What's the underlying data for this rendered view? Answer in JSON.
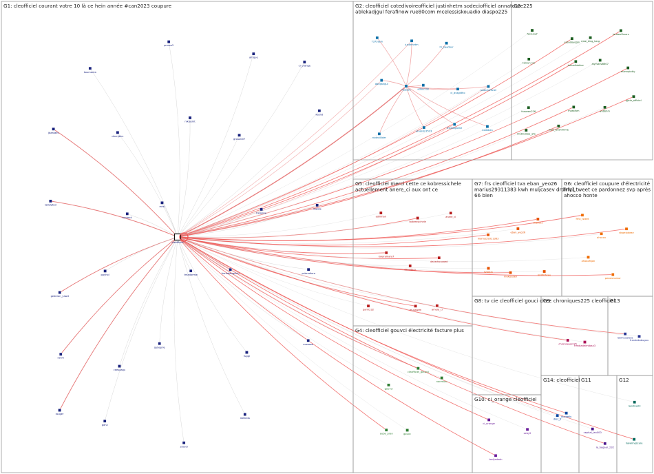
{
  "groups": [
    {
      "id": "G1",
      "title_lines": [
        "G1: cleofficiel courant votre 10 là ce hein année #can2023 coupure"
      ],
      "color": "#1a237e"
    },
    {
      "id": "G2",
      "title_lines": [
        "G2: cleofficiel cotedivoireofficiel justinhetm sodeciofficiel annatoure225",
        "ablekadjgul ferafinow rue80com mcelessiskouadio diaspo225"
      ],
      "color": "#0b6fa8"
    },
    {
      "id": "G3",
      "title_lines": [
        "G3"
      ],
      "color": "#1b5e20"
    },
    {
      "id": "G5",
      "title_lines": [
        "G5: cleofficiel merci cette ce kobressichele",
        "actuellement anere_ci aux ont ce"
      ],
      "color": "#b71c1c"
    },
    {
      "id": "G7",
      "title_lines": [
        "G7: frs cleofficiel tva eban_yeo26",
        "marius29311383 kwh muljcasev drdmy1",
        "66 bien"
      ],
      "color": "#e65100"
    },
    {
      "id": "G6",
      "title_lines": [
        "G6: cleofficiel coupure d'électricité",
        "frfci_tweet ce pardonnez svp après",
        "ahocco honte"
      ],
      "color": "#ef6c00"
    },
    {
      "id": "G4",
      "title_lines": [
        "G4: cleofficiel gouvci électricité facture plus"
      ],
      "color": "#2e7d32"
    },
    {
      "id": "G8",
      "title_lines": [
        "G8: tv cie cleofficiel gouci chez"
      ],
      "color": "#9e9d24"
    },
    {
      "id": "G9",
      "title_lines": [
        "G9: chroniques225 cleofficiel"
      ],
      "color": "#ad1457"
    },
    {
      "id": "G13",
      "title_lines": [
        "G13"
      ],
      "color": "#283593"
    },
    {
      "id": "G10",
      "title_lines": [
        "G10: ci_orange cleofficiel"
      ],
      "color": "#6a1b9a"
    },
    {
      "id": "G14",
      "title_lines": [
        "G14: cleofficiel"
      ],
      "color": "#0d47a1"
    },
    {
      "id": "G11",
      "title_lines": [
        "G11"
      ],
      "color": "#4a148c"
    },
    {
      "id": "G12",
      "title_lines": [
        "G12"
      ],
      "color": "#00695c"
    }
  ],
  "nodes": [
    {
      "label": "cleofficiel",
      "group": "G1"
    },
    {
      "label": "koumanta",
      "group": "G1"
    },
    {
      "label": "presse2",
      "group": "G1"
    },
    {
      "label": "afrique",
      "group": "G1"
    },
    {
      "label": "ci_orange",
      "group": "G1"
    },
    {
      "label": "jbaatalis",
      "group": "G1"
    },
    {
      "label": "dmmjbhn",
      "group": "G1"
    },
    {
      "label": "niklasmt",
      "group": "G1"
    },
    {
      "label": "grouo007",
      "group": "G1"
    },
    {
      "label": "kasnd",
      "group": "G1"
    },
    {
      "label": "ladelyted",
      "group": "G1"
    },
    {
      "label": "tonlaud",
      "group": "G1"
    },
    {
      "label": "mrsl",
      "group": "G1"
    },
    {
      "label": "heloisse",
      "group": "G1"
    },
    {
      "label": "maolie",
      "group": "G1"
    },
    {
      "label": "gederon_yawd",
      "group": "G1"
    },
    {
      "label": "ppyhol",
      "group": "G1"
    },
    {
      "label": "tmadarmw",
      "group": "G1"
    },
    {
      "label": "frontalangchin",
      "group": "G1"
    },
    {
      "label": "yokeudiora",
      "group": "G1"
    },
    {
      "label": "ranm",
      "group": "G1"
    },
    {
      "label": "ceesaaqu",
      "group": "G1"
    },
    {
      "label": "qubaprie",
      "group": "G1"
    },
    {
      "label": "fuggi",
      "group": "G1"
    },
    {
      "label": "mwasee",
      "group": "G1"
    },
    {
      "label": "rouger",
      "group": "G1"
    },
    {
      "label": "gdnz",
      "group": "G1"
    },
    {
      "label": "zroudi",
      "group": "G1"
    },
    {
      "label": "idelieda",
      "group": "G1"
    },
    {
      "label": "7373asm",
      "group": "G2"
    },
    {
      "label": "justinhetm",
      "group": "G2"
    },
    {
      "label": "hr_kaadour",
      "group": "G2"
    },
    {
      "label": "heasan",
      "group": "G2"
    },
    {
      "label": "abidjangul",
      "group": "G2"
    },
    {
      "label": "adiou232",
      "group": "G2"
    },
    {
      "label": "ci_ausgidho",
      "group": "G2"
    },
    {
      "label": "sodeciofficiel",
      "group": "G2"
    },
    {
      "label": "rodecillider",
      "group": "G2"
    },
    {
      "label": "aluosmi1533",
      "group": "G2"
    },
    {
      "label": "fnalnagiome",
      "group": "G2"
    },
    {
      "label": "nodidian",
      "group": "G2"
    },
    {
      "label": "farounaf",
      "group": "G3"
    },
    {
      "label": "essadoyggin",
      "group": "G3"
    },
    {
      "label": "mbe_king_karg",
      "group": "G3"
    },
    {
      "label": "laudeeflmars",
      "group": "G3"
    },
    {
      "label": "tonlun_lsc",
      "group": "G3"
    },
    {
      "label": "lamadlubiker",
      "group": "G3"
    },
    {
      "label": "alyrsdev8607",
      "group": "G3"
    },
    {
      "label": "mannpiatty",
      "group": "G3"
    },
    {
      "label": "traoeen226",
      "group": "G3"
    },
    {
      "label": "mossfam",
      "group": "G3"
    },
    {
      "label": "yubbhm",
      "group": "G3"
    },
    {
      "label": "gjeia_officiel",
      "group": "G3"
    },
    {
      "label": "mutinatioo_afa",
      "group": "G3"
    },
    {
      "label": "mbe_ibrahimme",
      "group": "G3"
    },
    {
      "label": "adiliman",
      "group": "G5"
    },
    {
      "label": "kobressichele",
      "group": "G5"
    },
    {
      "label": "anere_ci",
      "group": "G5"
    },
    {
      "label": "kwyramara7",
      "group": "G5"
    },
    {
      "label": "dsaudary",
      "group": "G5"
    },
    {
      "label": "daksrhoucaed",
      "group": "G5"
    },
    {
      "label": "parni232",
      "group": "G5"
    },
    {
      "label": "musaiwm",
      "group": "G5"
    },
    {
      "label": "ameie_cl",
      "group": "G5"
    },
    {
      "label": "marius29311383",
      "group": "G7"
    },
    {
      "label": "eban_yeo26",
      "group": "G7"
    },
    {
      "label": "drdmy1",
      "group": "G7"
    },
    {
      "label": "tvaqua",
      "group": "G7"
    },
    {
      "label": "mukjcesev",
      "group": "G7"
    },
    {
      "label": "mdrfohsau",
      "group": "G7"
    },
    {
      "label": "frfci_tweet",
      "group": "G6"
    },
    {
      "label": "ahocco",
      "group": "G6"
    },
    {
      "label": "sbweiodeae",
      "group": "G6"
    },
    {
      "label": "ahoaofsjan",
      "group": "G6"
    },
    {
      "label": "pesulonsmor",
      "group": "G6"
    },
    {
      "label": "gouvci",
      "group": "G4"
    },
    {
      "label": "cleofficiel_gouvci",
      "group": "G4"
    },
    {
      "label": "nanmiou",
      "group": "G4"
    },
    {
      "label": "auba_pran",
      "group": "G4"
    },
    {
      "label": "gouvc",
      "group": "G4"
    },
    {
      "label": "chroniques225",
      "group": "G9"
    },
    {
      "label": "frmdiadelmtbaa3",
      "group": "G9"
    },
    {
      "label": "lakmeuatara",
      "group": "G13"
    },
    {
      "label": "frandakobugou",
      "group": "G13"
    },
    {
      "label": "ci_orange",
      "group": "G10"
    },
    {
      "label": "seby2",
      "group": "G10"
    },
    {
      "label": "tonljadeah",
      "group": "G10"
    },
    {
      "label": "dlez_tj",
      "group": "G14"
    },
    {
      "label": "duvaelly",
      "group": "G14"
    },
    {
      "label": "cephal_ian000",
      "group": "G11"
    },
    {
      "label": "la_bagaar_232",
      "group": "G11"
    },
    {
      "label": "landina23",
      "group": "G12"
    },
    {
      "label": "haiwiingscare",
      "group": "G12"
    }
  ]
}
